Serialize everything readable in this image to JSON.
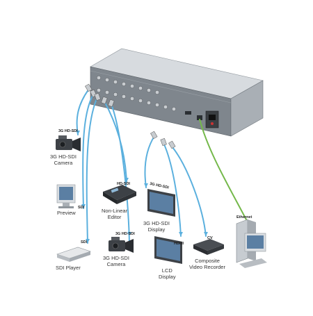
{
  "colors": {
    "sdi_cable": "#5bb0de",
    "ethernet_cable": "#74b84a",
    "chassis_top": "#d7dbdf",
    "chassis_front": "#7f868d",
    "chassis_side": "#a9afb5",
    "device_dark": "#3d4146",
    "screen": "#5b7fa3"
  },
  "devices": {
    "camera_top": {
      "cable_tag": "3G HD-SDI",
      "label": "3G HD-SDI\nCamera",
      "icon": "video-camera"
    },
    "preview": {
      "cable_tag": "SDI",
      "label": "Preview",
      "icon": "monitor"
    },
    "sdi_player": {
      "cable_tag": "SDI",
      "label": "SDI Player",
      "icon": "media-player"
    },
    "editor": {
      "cable_tag": "HD-SDI",
      "label": "Non-Linear\nEditor",
      "icon": "editing-deck"
    },
    "camera_bottom": {
      "cable_tag": "3G HD-SDI",
      "label": "3G HD-SDI\nCamera",
      "icon": "video-camera"
    },
    "display_sdi": {
      "cable_tag": "3G HD-SDI",
      "label": "3G HD-SDI\nDisplay",
      "icon": "flat-panel-display"
    },
    "lcd": {
      "cable_tag": "HDMI",
      "label": "LCD\nDisplay",
      "icon": "flat-panel-display"
    },
    "recorder": {
      "cable_tag": "CV",
      "label": "Composite\nVideo Recorder",
      "icon": "video-recorder"
    },
    "pc": {
      "cable_tag": "Ethernet",
      "label": "",
      "icon": "desktop-computer"
    }
  }
}
